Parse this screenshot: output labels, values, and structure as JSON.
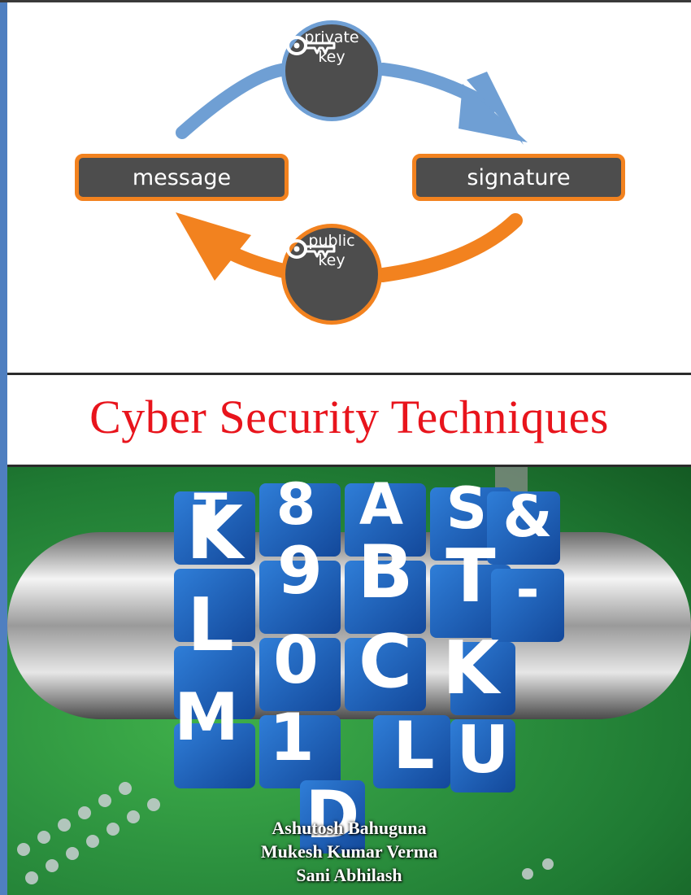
{
  "diagram": {
    "message_label": "message",
    "signature_label": "signature",
    "private_key_label": "private\nkey",
    "public_key_label": "public\nkey",
    "colors": {
      "box_fill": "#4d4d4d",
      "orange": "#f2821f",
      "blue": "#6f9fd4"
    },
    "icons": [
      "key-icon",
      "key-icon"
    ]
  },
  "title": "Cyber Security Techniques",
  "title_color": "#e8141c",
  "cover_image": {
    "tiles": [
      [
        "T",
        "8",
        "A",
        "S",
        "&"
      ],
      [
        "K",
        "9",
        "B",
        "T",
        "-"
      ],
      [
        "L",
        "0",
        "C",
        "K"
      ],
      [
        "M",
        "1",
        "D",
        "L",
        "U"
      ]
    ]
  },
  "authors": [
    "Ashutosh Bahuguna",
    "Mukesh Kumar Verma",
    "Sani Abhilash"
  ]
}
